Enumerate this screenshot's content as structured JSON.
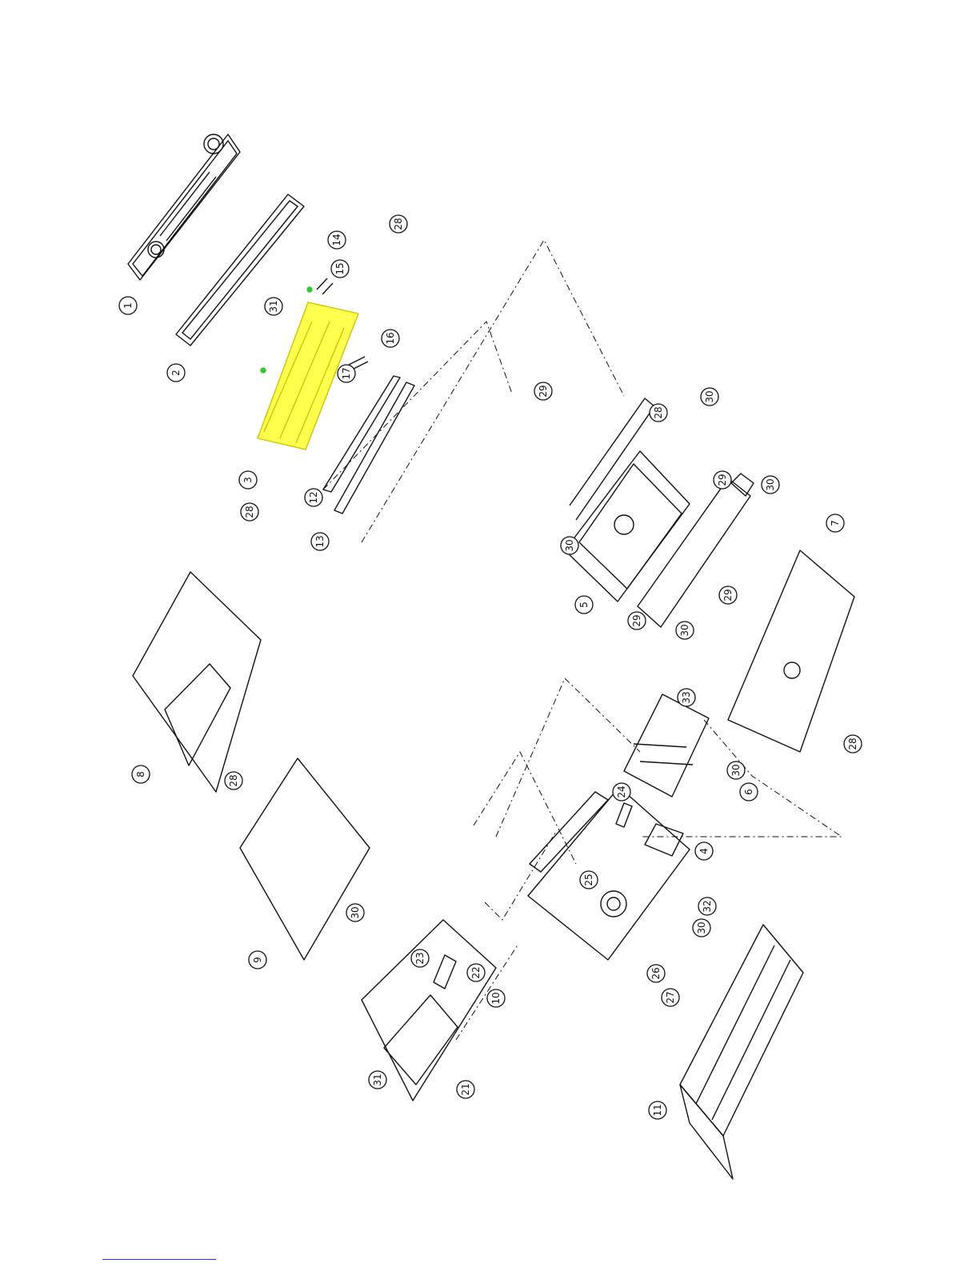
{
  "diagram": {
    "kind": "exploded-view",
    "colors": {
      "line": "#111111",
      "highlight": "#ffff4d",
      "highlight_stroke": "#c8c800",
      "dot": "#32c832",
      "link": "#2d2dff"
    },
    "callouts": [
      {
        "id": "c1",
        "label": "1"
      },
      {
        "id": "c2",
        "label": "2"
      },
      {
        "id": "c3",
        "label": "3"
      },
      {
        "id": "c4",
        "label": "4"
      },
      {
        "id": "c5",
        "label": "5"
      },
      {
        "id": "c6",
        "label": "6"
      },
      {
        "id": "c7",
        "label": "7"
      },
      {
        "id": "c8",
        "label": "8"
      },
      {
        "id": "c9",
        "label": "9"
      },
      {
        "id": "c10",
        "label": "10"
      },
      {
        "id": "c11",
        "label": "11"
      },
      {
        "id": "c12",
        "label": "12"
      },
      {
        "id": "c13",
        "label": "13"
      },
      {
        "id": "c14",
        "label": "14"
      },
      {
        "id": "c15",
        "label": "15"
      },
      {
        "id": "c16",
        "label": "16"
      },
      {
        "id": "c17",
        "label": "17"
      },
      {
        "id": "c21",
        "label": "21"
      },
      {
        "id": "c22",
        "label": "22"
      },
      {
        "id": "c23",
        "label": "23"
      },
      {
        "id": "c24",
        "label": "24"
      },
      {
        "id": "c25",
        "label": "25"
      },
      {
        "id": "c26",
        "label": "26"
      },
      {
        "id": "c27",
        "label": "27"
      },
      {
        "id": "c28a",
        "label": "28"
      },
      {
        "id": "c28b",
        "label": "28"
      },
      {
        "id": "c28c",
        "label": "28"
      },
      {
        "id": "c28d",
        "label": "28"
      },
      {
        "id": "c28e",
        "label": "28"
      },
      {
        "id": "c29a",
        "label": "29"
      },
      {
        "id": "c29b",
        "label": "29"
      },
      {
        "id": "c29c",
        "label": "29"
      },
      {
        "id": "c29d",
        "label": "29"
      },
      {
        "id": "c30a",
        "label": "30"
      },
      {
        "id": "c30b",
        "label": "30"
      },
      {
        "id": "c30c",
        "label": "30"
      },
      {
        "id": "c30d",
        "label": "30"
      },
      {
        "id": "c30e",
        "label": "30"
      },
      {
        "id": "c30f",
        "label": "30"
      },
      {
        "id": "c30g",
        "label": "30"
      },
      {
        "id": "c31a",
        "label": "31"
      },
      {
        "id": "c31b",
        "label": "31"
      },
      {
        "id": "c32",
        "label": "32"
      },
      {
        "id": "c33",
        "label": "33"
      }
    ]
  }
}
